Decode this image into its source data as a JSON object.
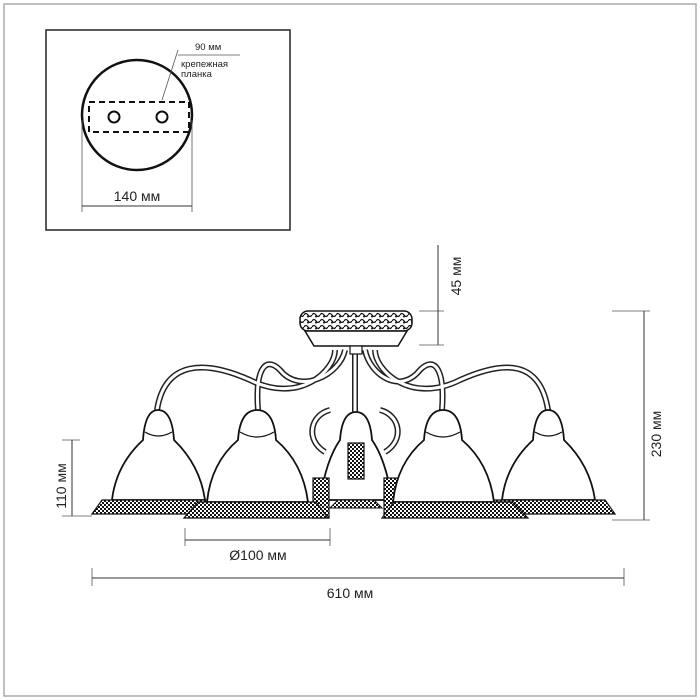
{
  "mount_plate": {
    "width_label": "90 мм",
    "bracket_label_line1": "крепежная",
    "bracket_label_line2": "планка",
    "diameter_label": "140 мм"
  },
  "fixture": {
    "shade_diameter_label": "Ø100 мм",
    "total_width_label": "610 мм",
    "total_height_label": "230 мм",
    "canopy_height_label": "45 мм",
    "shade_height_label": "110 мм",
    "arm_count": 5
  }
}
